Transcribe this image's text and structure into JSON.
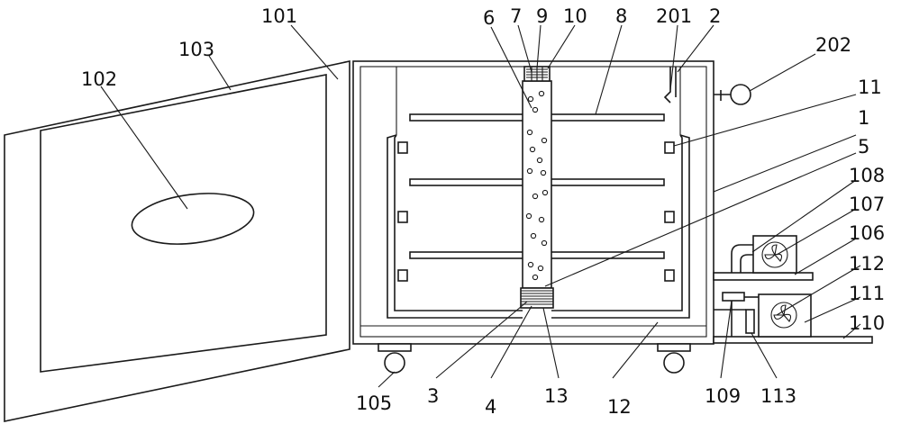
{
  "diagram": {
    "labels": {
      "l101": "101",
      "l102": "102",
      "l103": "103",
      "l6": "6",
      "l7": "7",
      "l9": "9",
      "l10": "10",
      "l8": "8",
      "l201": "201",
      "l2": "2",
      "l202": "202",
      "l11": "11",
      "l1": "1",
      "l5": "5",
      "l108": "108",
      "l107": "107",
      "l106": "106",
      "l112": "112",
      "l111": "111",
      "l110": "110",
      "l105": "105",
      "l3": "3",
      "l4": "4",
      "l13": "13",
      "l12": "12",
      "l109": "109",
      "l113": "113"
    }
  }
}
